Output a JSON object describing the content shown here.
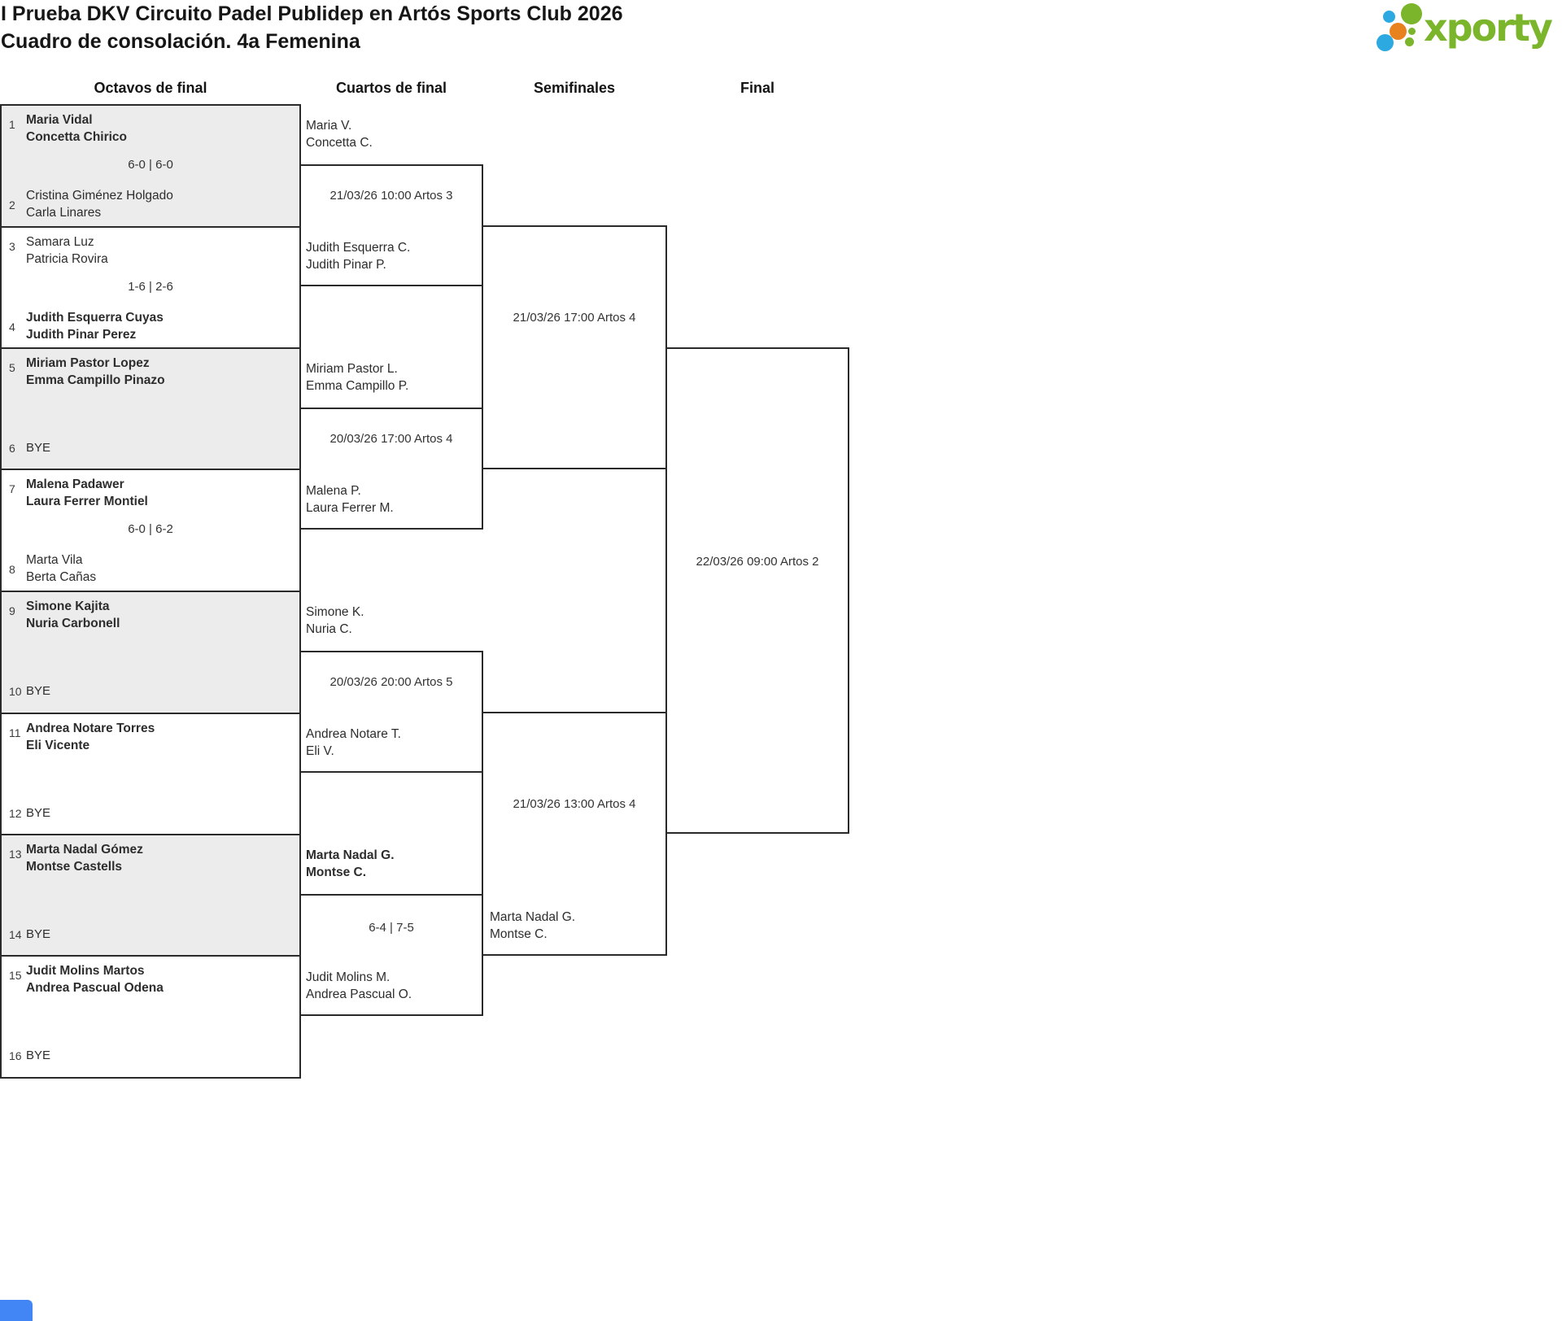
{
  "page": {
    "title_line1": "I Prueba DKV Circuito Padel Publidep en Artós Sports Club 2026",
    "title_line2": "Cuadro de consolación. 4a Femenina",
    "brand": "xporty"
  },
  "round_headers": [
    "Octavos de final",
    "Cuartos de final",
    "Semifinales",
    "Final"
  ],
  "colors": {
    "brand_green": "#7ab52c",
    "brand_blue": "#2da9e1",
    "brand_orange": "#e8821e",
    "box_shade": "#ececec",
    "box_border": "#2a2a2a",
    "chat_blue": "#4285f4"
  },
  "round_of_16": [
    {
      "shaded": true,
      "slot_top": {
        "seed": "1",
        "players": [
          "Maria Vidal",
          "Concetta Chirico"
        ],
        "winner": true
      },
      "score": "6-0 | 6-0",
      "slot_bottom": {
        "seed": "2",
        "players": [
          "Cristina Giménez Holgado",
          "Carla Linares"
        ],
        "winner": false,
        "bye": false
      }
    },
    {
      "shaded": false,
      "slot_top": {
        "seed": "3",
        "players": [
          "Samara Luz",
          "Patricia Rovira"
        ],
        "winner": false
      },
      "score": "1-6 | 2-6",
      "slot_bottom": {
        "seed": "4",
        "players": [
          "Judith Esquerra Cuyas",
          "Judith Pinar Perez"
        ],
        "winner": true,
        "bye": false
      }
    },
    {
      "shaded": true,
      "slot_top": {
        "seed": "5",
        "players": [
          "Miriam Pastor Lopez",
          "Emma Campillo Pinazo"
        ],
        "winner": true
      },
      "score": "",
      "slot_bottom": {
        "seed": "6",
        "players": [
          "BYE"
        ],
        "winner": false,
        "bye": true
      }
    },
    {
      "shaded": false,
      "slot_top": {
        "seed": "7",
        "players": [
          "Malena Padawer",
          "Laura Ferrer Montiel"
        ],
        "winner": true
      },
      "score": "6-0 | 6-2",
      "slot_bottom": {
        "seed": "8",
        "players": [
          "Marta Vila",
          "Berta Cañas"
        ],
        "winner": false,
        "bye": false
      }
    },
    {
      "shaded": true,
      "slot_top": {
        "seed": "9",
        "players": [
          "Simone Kajita",
          "Nuria Carbonell"
        ],
        "winner": true
      },
      "score": "",
      "slot_bottom": {
        "seed": "10",
        "players": [
          "BYE"
        ],
        "winner": false,
        "bye": true
      }
    },
    {
      "shaded": false,
      "slot_top": {
        "seed": "11",
        "players": [
          "Andrea Notare Torres",
          "Eli Vicente"
        ],
        "winner": true
      },
      "score": "",
      "slot_bottom": {
        "seed": "12",
        "players": [
          "BYE"
        ],
        "winner": false,
        "bye": true
      }
    },
    {
      "shaded": true,
      "slot_top": {
        "seed": "13",
        "players": [
          "Marta Nadal Gómez",
          "Montse Castells"
        ],
        "winner": true
      },
      "score": "",
      "slot_bottom": {
        "seed": "14",
        "players": [
          "BYE"
        ],
        "winner": false,
        "bye": true
      }
    },
    {
      "shaded": false,
      "slot_top": {
        "seed": "15",
        "players": [
          "Judit Molins Martos",
          "Andrea Pascual Odena"
        ],
        "winner": true
      },
      "score": "",
      "slot_bottom": {
        "seed": "16",
        "players": [
          "BYE"
        ],
        "winner": false,
        "bye": true
      }
    }
  ],
  "quarterfinals": [
    {
      "team_top": [
        "Maria V.",
        "Concetta C."
      ],
      "top_bold": false,
      "center_text": "21/03/26 10:00 Artos 3",
      "team_bottom": [
        "Judith Esquerra C.",
        "Judith Pinar P."
      ],
      "bottom_bold": false
    },
    {
      "team_top": [
        "Miriam Pastor L.",
        "Emma Campillo P."
      ],
      "top_bold": false,
      "center_text": "20/03/26 17:00 Artos 4",
      "team_bottom": [
        "Malena P.",
        "Laura Ferrer M."
      ],
      "bottom_bold": false
    },
    {
      "team_top": [
        "Simone K.",
        "Nuria C."
      ],
      "top_bold": false,
      "center_text": "20/03/26 20:00 Artos 5",
      "team_bottom": [
        "Andrea Notare T.",
        "Eli V."
      ],
      "bottom_bold": false
    },
    {
      "team_top": [
        "Marta Nadal G.",
        "Montse C."
      ],
      "top_bold": true,
      "center_text": "6-4 | 7-5",
      "team_bottom": [
        "Judit Molins M.",
        "Andrea Pascual O."
      ],
      "bottom_bold": false
    }
  ],
  "semifinals": [
    {
      "center_text": "21/03/26 17:00 Artos 4"
    },
    {
      "center_text": "21/03/26 13:00 Artos 4",
      "team_bottom": [
        "Marta Nadal G.",
        "Montse C."
      ],
      "bottom_bold": false
    }
  ],
  "final": {
    "center_text": "22/03/26 09:00 Artos 2"
  }
}
